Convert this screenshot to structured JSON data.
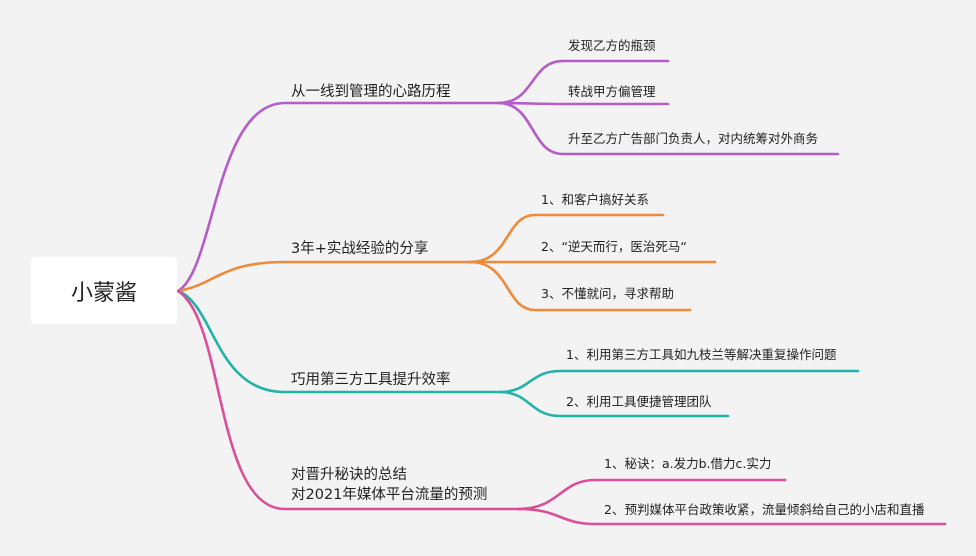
{
  "root": {
    "label": "小蒙酱"
  },
  "branches": [
    {
      "label": "从一线到管理的心路历程",
      "color": "#b45cc7",
      "children": [
        "发现乙方的瓶颈",
        "转战甲方偏管理",
        "升至乙方广告部门负责人，对内统筹对外商务"
      ]
    },
    {
      "label": "3年+实战经验的分享",
      "color": "#ef8a3a",
      "children": [
        "1、和客户搞好关系",
        "2、“逆天而行，医治死马“",
        "3、不懂就问，寻求帮助"
      ]
    },
    {
      "label": "巧用第三方工具提升效率",
      "color": "#22b3a8",
      "children": [
        "1、利用第三方工具如九枝兰等解决重复操作问题",
        "2、利用工具便捷管理团队"
      ]
    },
    {
      "label_line1": "对晋升秘诀的总结",
      "label_line2": "对2021年媒体平台流量的预测",
      "color": "#d94f9a",
      "children": [
        "1、秘诀：a.发力b.借力c.实力",
        "2、预判媒体平台政策收紧，流量倾斜给自己的小店和直播"
      ]
    }
  ]
}
